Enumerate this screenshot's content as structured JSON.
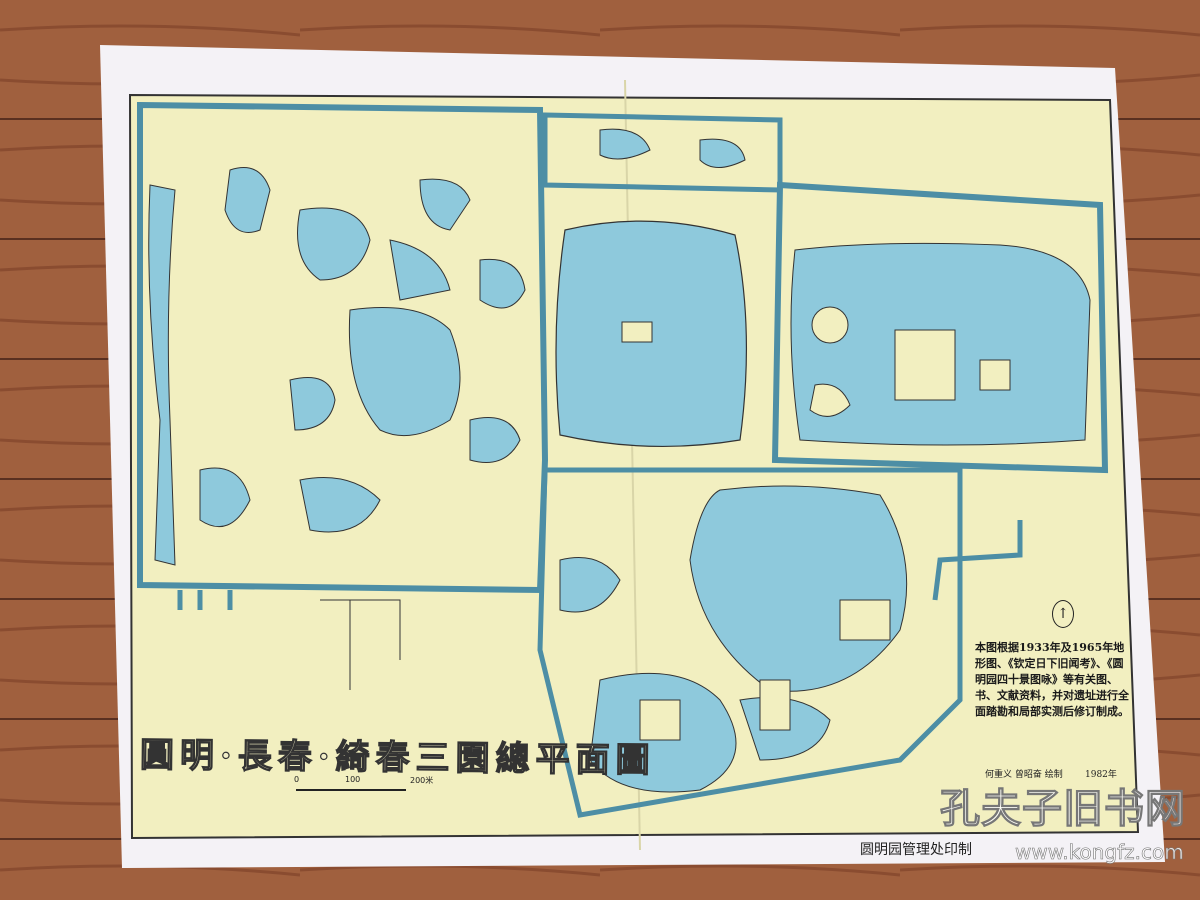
{
  "map": {
    "title": "圓明·長春·綺春三園總平面圖",
    "scale": {
      "labels": [
        "0",
        "100",
        "200米"
      ]
    },
    "north_arrow": "north-arrow-icon",
    "note": "本图根据1933年及1965年地形图、《钦定日下旧闻考》、《圆明园四十景图咏》等有关图、书、文献资料，并对遗址进行全面踏勘和局部实测后修订制成。",
    "maker": "何重义 曾昭奋 绘制",
    "maker_date": "1982年",
    "printer": "圆明园管理处印制",
    "colors": {
      "paper": "#f2efc0",
      "water": "#8ec9dc",
      "border": "#f4f2f6",
      "floor": "#9a5a3a"
    }
  },
  "watermark": {
    "text": "孔夫子旧书网",
    "url": "www.kongfz.com"
  }
}
